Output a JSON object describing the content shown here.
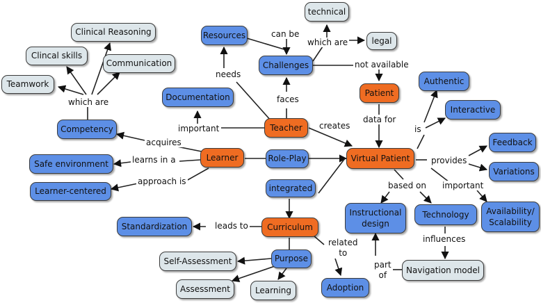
{
  "nodes": {
    "technical": "technical",
    "resources": "Resources",
    "legal": "legal",
    "challenges": "Challenges",
    "clinical_reasoning": "Clinical Reasoning",
    "clinical_skills": "Clincal skills",
    "communication": "Communication",
    "teamwork": "Teamwork",
    "patient": "Patient",
    "authentic": "Authentic",
    "documentation": "Documentation",
    "interactive": "Interactive",
    "competency": "Competency",
    "teacher": "Teacher",
    "feedback": "Feedback",
    "learner": "Learner",
    "role_play": "Role-Play",
    "virtual_patient": "Virtual Patient",
    "safe_environment": "Safe environment",
    "variations": "Variations",
    "learner_centered": "Learner-centered",
    "integrated": "integrated",
    "instructional_design": "Instructional design",
    "technology": "Technology",
    "availability": "Availability/ Scalability",
    "standardization": "Standardization",
    "curriculum": "Curriculum",
    "self_assessment": "Self-Assessment",
    "purpose": "Purpose",
    "navigation_model": "Navigation model",
    "assessment": "Assessment",
    "learning": "Learning",
    "adoption": "Adoption"
  },
  "links": {
    "can_be": "can be",
    "which_are_top": "which are",
    "not_available": "not available",
    "needs": "needs",
    "faces": "faces",
    "which_are_left": "which are",
    "data_for": "data for",
    "important_left": "important",
    "creates": "creates",
    "is": "is",
    "acquires": "acquires",
    "learns_in_a": "learns in a",
    "provides": "provides",
    "approach_is": "approach is",
    "based_on": "based on",
    "important_right": "important",
    "leads_to": "leads to",
    "influences": "influences",
    "related_to": "related\nto",
    "part_of": "part\nof"
  }
}
